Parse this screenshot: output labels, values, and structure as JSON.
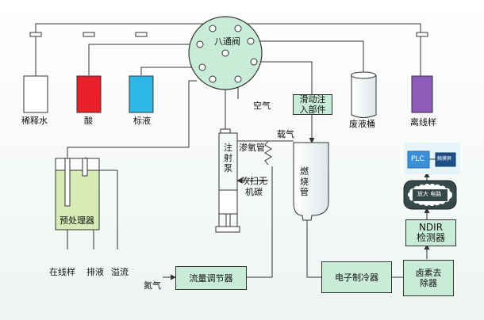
{
  "valve": {
    "label": "八通阀"
  },
  "reagents": {
    "dilution_water": "稀释水",
    "acid": "酸",
    "standard": "标液"
  },
  "air_label": "空气",
  "sliding_injection": {
    "line1": "滑动注",
    "line2": "入部件"
  },
  "waste_bucket": "废液桶",
  "offline_sample": "离线样",
  "syringe_pump": "注射泵",
  "osmosis_tube": "渗氧管",
  "carrier_gas": "载气",
  "purge": {
    "line1": "吹扫无",
    "line2": "机碳"
  },
  "combustion_tube": "燃烧管",
  "pretreatment": "预处理器",
  "online_sample": "在线样",
  "drain": "排液",
  "overflow": "溢流",
  "nitrogen": "氮气",
  "flow_regulator": "流量调节器",
  "electronic_cooler": "电子制冷器",
  "halogen_remover": {
    "line1": "卤素去",
    "line2": "除器"
  },
  "ndir": {
    "line1": "NDIR",
    "line2": "检测器"
  },
  "amplifier": {
    "line1": "放大",
    "line2": "电路"
  },
  "plc": "PLC",
  "display": "触摸屏",
  "colors": {
    "line": "#333333",
    "dilution_bottle": "#ffffff",
    "acid_bottle": "#e8202a",
    "standard_bottle": "#2bb8e6",
    "offline_bottle": "#8e5cb8",
    "equipment_fill": "#c9ecd9",
    "pretreatment_liquid": "#d6ebb6",
    "plc_blue": "#3b8fd8",
    "display_navy": "#1e4f86",
    "amp_dark": "#36494a"
  }
}
